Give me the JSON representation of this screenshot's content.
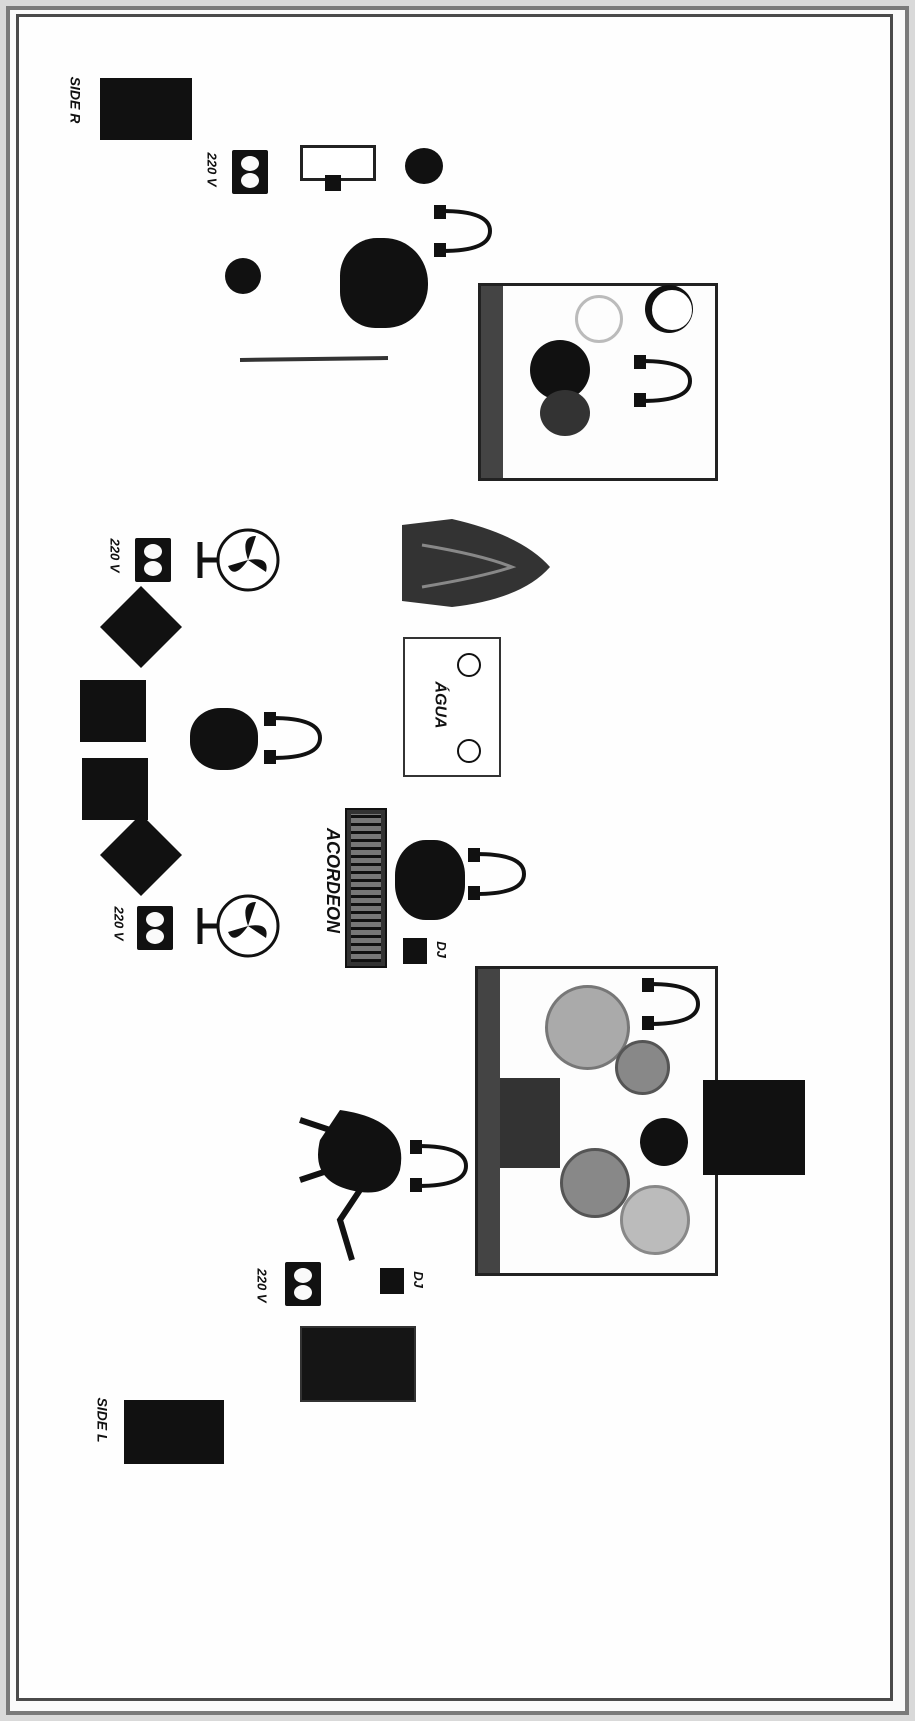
{
  "labels": {
    "side_r": "SIDE R",
    "side_l": "SIDE L",
    "acordeon": "ACORDEON",
    "agua": "ÁGUA",
    "dj_1": "DJ",
    "dj_2": "DJ",
    "v_1": "220 V",
    "v_2": "220 V",
    "v_3": "220 V",
    "v_4": "220 V"
  },
  "colors": {
    "ink": "#111111",
    "paper": "#fefefe",
    "frame": "#4a4a4a"
  },
  "icons": [
    "speaker-icon",
    "power-outlet-icon",
    "headphones-icon",
    "fan-icon",
    "drum-kit-icon",
    "keyboard-icon",
    "microphone-icon",
    "musician-icon",
    "percussion-icon"
  ]
}
